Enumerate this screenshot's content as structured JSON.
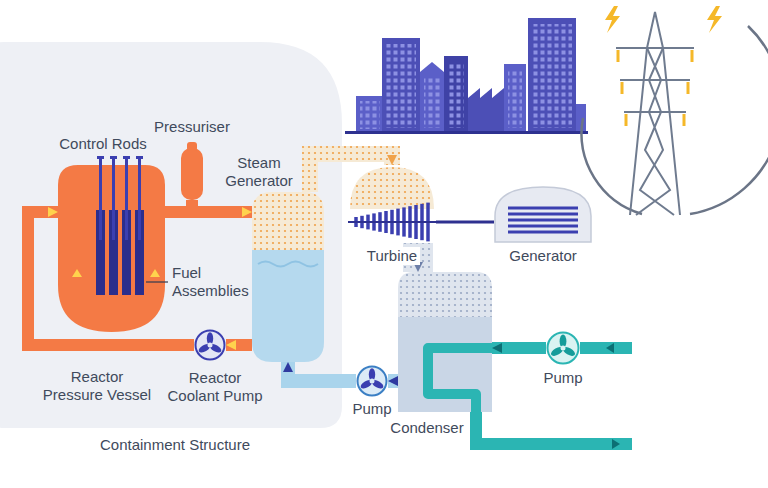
{
  "diagram": {
    "nodes": [
      {
        "text": [
          "Containment Structure"
        ]
      },
      {
        "text": [
          "Reactor Pressure Vessel"
        ],
        "in": 0
      },
      {
        "text": [
          "Pressuriser"
        ],
        "in": 0
      },
      {
        "text": [
          "Steam Generator"
        ],
        "in": 0
      },
      {
        "text": [
          "Reactor Coolant Pump"
        ],
        "in": 0
      },
      {
        "text": [
          "Turbine"
        ]
      },
      {
        "text": [
          "Generator"
        ]
      },
      {
        "text": [
          "Pump"
        ]
      },
      {
        "text": [
          "Pump"
        ]
      },
      {
        "text": [
          "Condenser"
        ]
      }
    ],
    "edges": [
      {
        "from": 1,
        "to": 3,
        "arrow": "to"
      },
      {
        "from": 3,
        "to": 4,
        "arrow": "to"
      },
      {
        "from": 4,
        "to": 1,
        "arrow": "to"
      },
      {
        "from": 2,
        "to": 1,
        "arrow": "none"
      },
      {
        "from": 3,
        "to": 5,
        "arrow": "to"
      },
      {
        "from": 5,
        "to": 9,
        "arrow": "to"
      },
      {
        "from": 9,
        "to": 8,
        "arrow": "to"
      },
      {
        "from": 8,
        "to": 3,
        "arrow": "to"
      },
      {
        "from": 7,
        "to": 9,
        "arrow": "to"
      },
      {
        "from": 5,
        "to": 6,
        "arrow": "none"
      }
    ],
    "labels": [
      "Control Rods",
      "Fuel Assemblies"
    ]
  }
}
